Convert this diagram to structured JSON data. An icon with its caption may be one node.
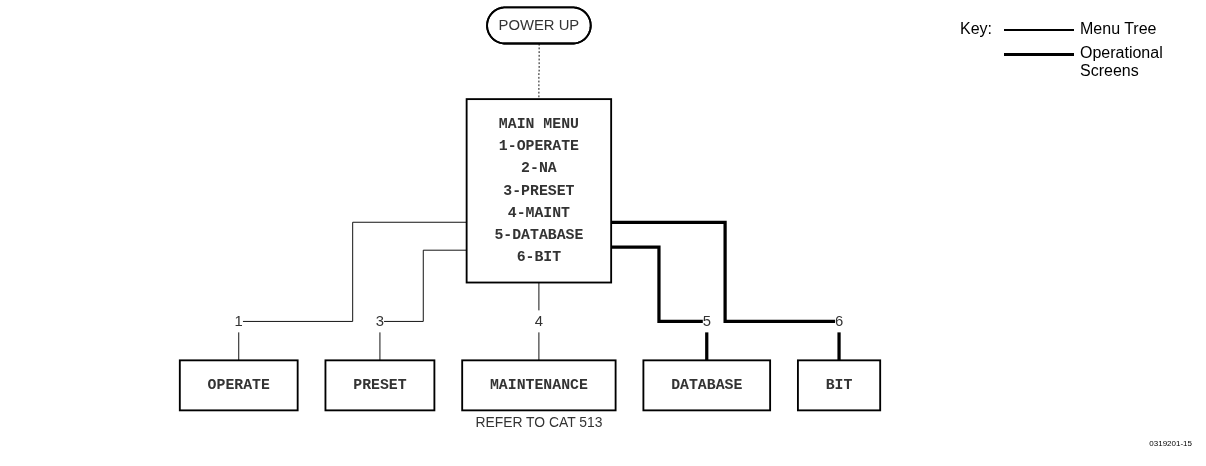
{
  "diagram": {
    "nodes": [
      {
        "text": [
          "POWER UP"
        ]
      },
      {
        "text": [
          "MAIN MENU",
          "1-OPERATE",
          "2-NA",
          "3-PRESET",
          "4-MAINT",
          "5-DATABASE",
          "6-BIT"
        ]
      },
      {
        "text": [
          "OPERATE"
        ]
      },
      {
        "text": [
          "PRESET"
        ]
      },
      {
        "text": [
          "MAINTENANCE"
        ],
        "beside": [
          "REFER TO CAT 513"
        ]
      },
      {
        "text": [
          "DATABASE"
        ]
      },
      {
        "text": [
          "BIT"
        ]
      }
    ],
    "edges": [
      {
        "from": 0,
        "to": 1,
        "arrow": "none",
        "style": "dashed"
      },
      {
        "from": 1,
        "to": 2,
        "arrow": "none",
        "label": "1"
      },
      {
        "from": 1,
        "to": 3,
        "arrow": "none",
        "label": "3"
      },
      {
        "from": 1,
        "to": 4,
        "arrow": "none",
        "label": "4"
      },
      {
        "from": 1,
        "to": 5,
        "arrow": "none",
        "label": "5",
        "style": "thick"
      },
      {
        "from": 1,
        "to": 6,
        "arrow": "none",
        "label": "6",
        "style": "thick"
      }
    ],
    "labels": [
      "Key:",
      "0319201-15"
    ],
    "legend": [
      {
        "text": "Menu Tree"
      },
      {
        "text": "Operational Screens"
      }
    ]
  }
}
